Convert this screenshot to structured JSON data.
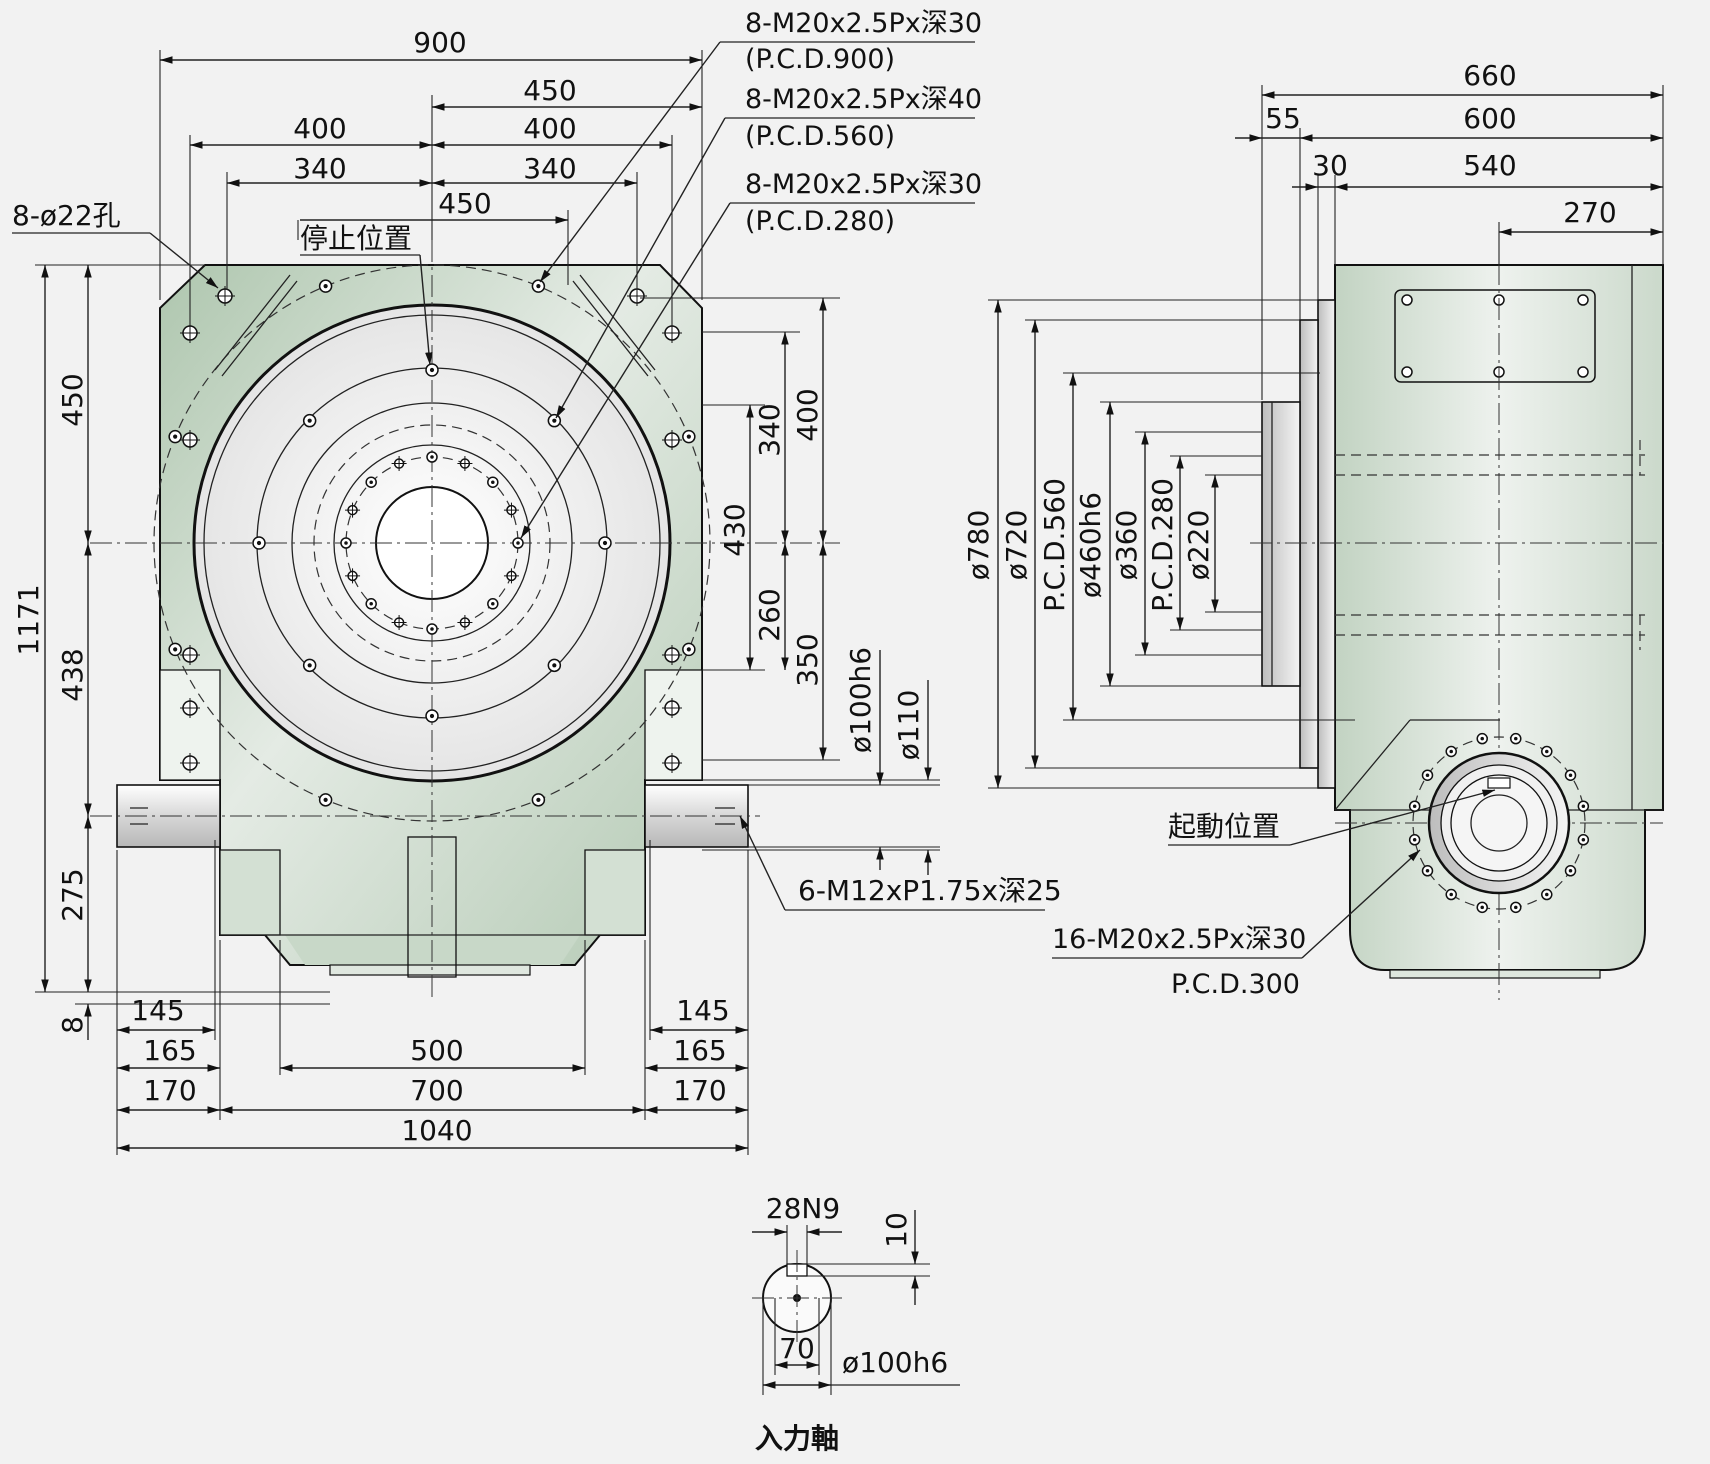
{
  "front_view": {
    "dims": {
      "top_900": "900",
      "top_450": "450",
      "top_400_left": "400",
      "top_400_right": "400",
      "top_340_left": "340",
      "top_340_right": "340",
      "mid_450": "450",
      "left_450": "450",
      "left_1171": "1171",
      "left_438": "438",
      "left_275": "275",
      "left_8": "8",
      "right_340": "340",
      "right_400": "400",
      "right_430": "430",
      "right_260": "260",
      "right_350": "350",
      "right_d100h6": "ø100h6",
      "right_d110": "ø110",
      "bottom_145_left": "145",
      "bottom_165_left": "165",
      "bottom_170_left": "170",
      "bottom_500": "500",
      "bottom_700": "700",
      "bottom_1040": "1040",
      "bottom_145_right": "145",
      "bottom_165_right": "165",
      "bottom_170_right": "170"
    },
    "callouts": {
      "holes_22": "8-ø22孔",
      "stop_position": "停止位置",
      "tap_900_line1": "8-M20x2.5Px深30",
      "tap_900_line2": "(P.C.D.900)",
      "tap_560_line1": "8-M20x2.5Px深40",
      "tap_560_line2": "(P.C.D.560)",
      "tap_280_line1": "8-M20x2.5Px深30",
      "tap_280_line2": "(P.C.D.280)",
      "tap_m12": "6-M12xP1.75x深25"
    }
  },
  "side_view": {
    "dims": {
      "top_660": "660",
      "top_55": "55",
      "top_600": "600",
      "top_30": "30",
      "top_540": "540",
      "top_270": "270",
      "d780": "ø780",
      "d720": "ø720",
      "pcd560": "P.C.D.560",
      "d460h6": "ø460h6",
      "d360": "ø360",
      "pcd280": "P.C.D.280",
      "d220": "ø220"
    },
    "callouts": {
      "start_position": "起動位置",
      "tap_300_line1": "16-M20x2.5Px深30",
      "tap_300_line2": "P.C.D.300"
    }
  },
  "shaft_detail": {
    "dims": {
      "key_28n9": "28N9",
      "depth_10": "10",
      "width_70": "70",
      "d100h6": "ø100h6"
    },
    "title": "入力軸"
  },
  "colors": {
    "body_fill_light": "#e6ece6",
    "body_fill_dark": "#b9cdb9",
    "table_fill": "#f4f4f4",
    "line": "#111111",
    "background": "#f2f2f2"
  }
}
